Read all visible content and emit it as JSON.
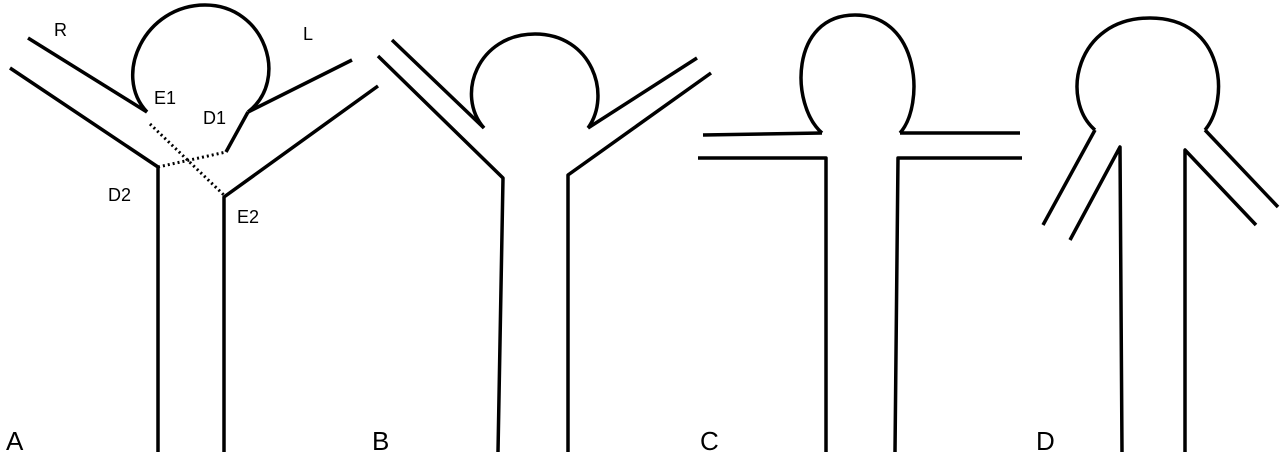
{
  "labels": {
    "r": "R",
    "l": "L",
    "e1": "E1",
    "d1": "D1",
    "d2": "D2",
    "e2": "E2"
  },
  "panels": {
    "a": "A",
    "b": "B",
    "c": "C",
    "d": "D"
  },
  "colors": {
    "stroke": "#000000",
    "background": "#ffffff"
  }
}
